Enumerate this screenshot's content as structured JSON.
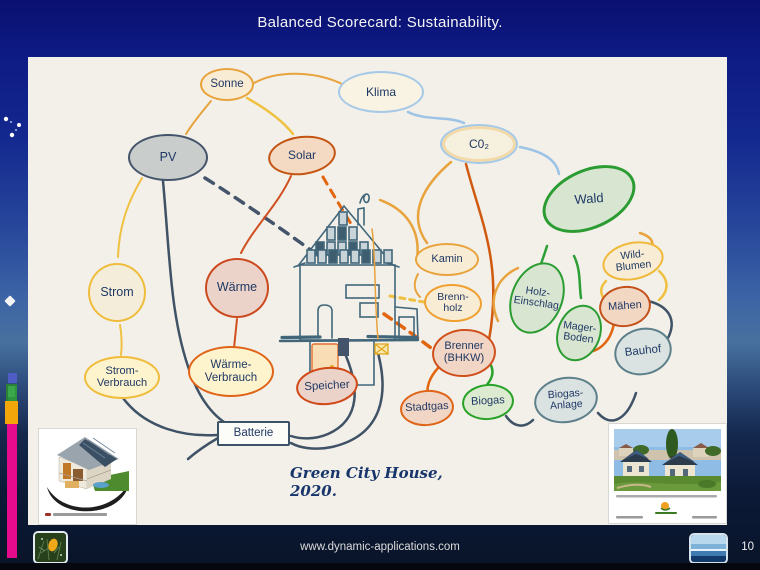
{
  "window": {
    "title": "Balanced Scorecard: Sustainability."
  },
  "slide": {
    "caption": "Green City House, 2020.",
    "nodes": {
      "sonne": {
        "label": "Sonne"
      },
      "klima": {
        "label": "Klima"
      },
      "pv": {
        "label": "PV"
      },
      "solar": {
        "label": "Solar"
      },
      "co2": {
        "label": "C0₂"
      },
      "wald": {
        "label": "Wald"
      },
      "kamin": {
        "label": "Kamin"
      },
      "brennholz": {
        "label": "Brenn-holz"
      },
      "holz_einschlag": {
        "label": "Holz-Einschlag"
      },
      "wild_blumen": {
        "label": "Wild-Blumen"
      },
      "maehen": {
        "label": "Mähen"
      },
      "mager_boden": {
        "label": "Mager-Boden"
      },
      "bauhof": {
        "label": "Bauhof"
      },
      "strom": {
        "label": "Strom"
      },
      "waerme": {
        "label": "Wärme"
      },
      "strom_verbrauch": {
        "label": "Strom-Verbrauch"
      },
      "waerme_verbrauch": {
        "label": "Wärme-Verbrauch"
      },
      "speicher": {
        "label": "Speicher"
      },
      "brenner_bhkw": {
        "label": "Brenner (BHKW)"
      },
      "stadtgas": {
        "label": "Stadtgas"
      },
      "biogas": {
        "label": "Biogas"
      },
      "biogas_anlage": {
        "label": "Biogas-Anlage"
      },
      "batterie": {
        "label": "Batterie"
      }
    }
  },
  "footer": {
    "url": "www.dynamic-applications.com",
    "page_number": "10"
  },
  "colors": {
    "slide_background": "#f2f0e9",
    "node_text": "#1f3864",
    "accent_yellow": "#f0c040",
    "accent_orange": "#e8a33d",
    "accent_red_orange": "#d05020",
    "accent_green": "#2e9e36",
    "accent_slate": "#44546a",
    "accent_light_blue": "#9dc3e6",
    "rail_magenta": "#e60a8c",
    "rail_orange": "#f2a60a",
    "rail_green": "#3aa84a"
  }
}
